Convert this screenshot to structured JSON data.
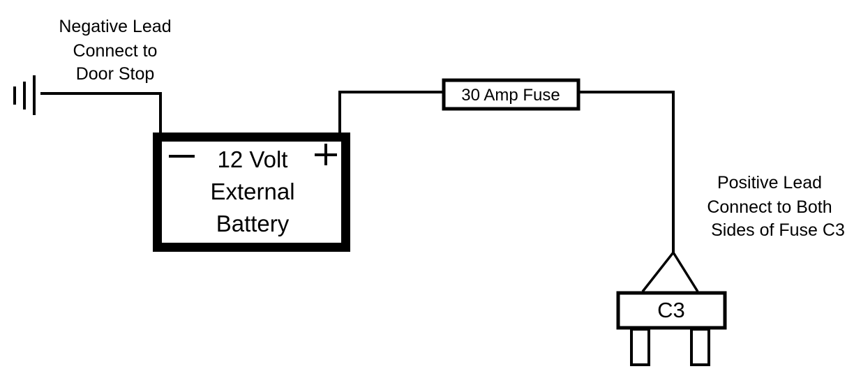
{
  "diagram": {
    "type": "wiring-schematic",
    "colors": {
      "line": "#000000",
      "background": "#ffffff"
    },
    "labels": {
      "negative_lead": [
        "Negative Lead",
        "Connect to",
        "Door Stop"
      ],
      "positive_lead": [
        "Positive Lead",
        "Connect to Both",
        "Sides of Fuse C3"
      ]
    },
    "ground": {
      "icon": "ground-icon"
    },
    "battery": {
      "lines": [
        "12 Volt",
        "External",
        "Battery"
      ],
      "negative_symbol": "−",
      "positive_symbol": "+"
    },
    "inline_fuse": {
      "label": "30 Amp Fuse"
    },
    "fuse_c3": {
      "label": "C3"
    }
  }
}
